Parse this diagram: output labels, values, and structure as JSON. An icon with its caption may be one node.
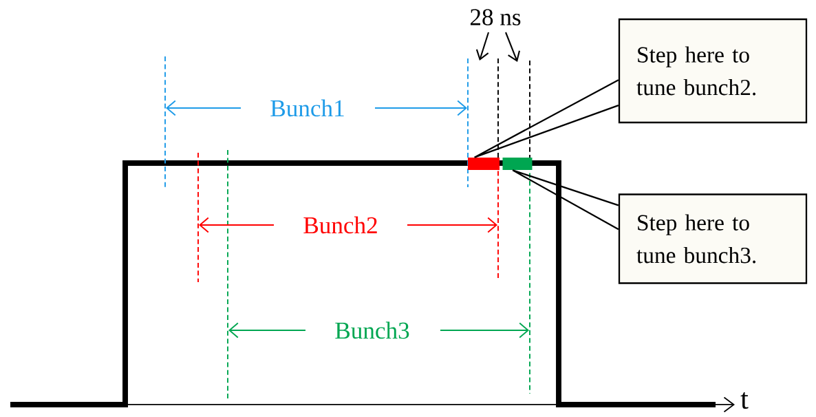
{
  "diagram": {
    "nodes": [
      {
        "text": [
          "Step here to tune bunch2."
        ]
      },
      {
        "text": [
          "Step here to tune bunch3."
        ]
      },
      {
        "text": [],
        "shape": "bar"
      },
      {
        "text": [],
        "shape": "bar"
      }
    ],
    "edges": [
      {
        "from": 0,
        "to": 2,
        "arrow": "none"
      },
      {
        "from": 1,
        "to": 3,
        "arrow": "none"
      }
    ],
    "labels": [
      "28 ns",
      "Bunch1",
      "Bunch2",
      "Bunch3",
      "t"
    ]
  }
}
